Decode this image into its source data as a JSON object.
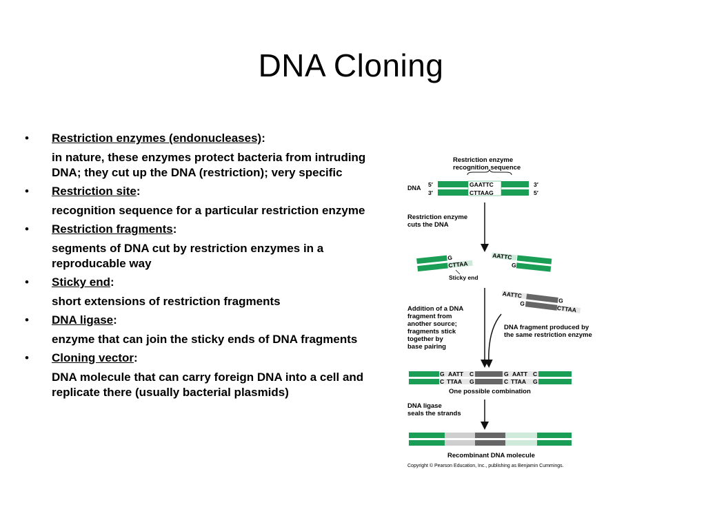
{
  "title": "DNA Cloning",
  "items": [
    {
      "term": "Restriction enzymes (endonucleases)",
      "colon": ":",
      "desc": "in nature, these enzymes protect bacteria from intruding DNA; they cut up the DNA (restriction); very specific"
    },
    {
      "term": "Restriction site",
      "colon": ":",
      "desc": "recognition sequence for a particular restriction enzyme"
    },
    {
      "term": "Restriction fragments",
      "colon": ":",
      "desc": "segments of DNA cut by restriction enzymes in a reproducable way"
    },
    {
      "term": "Sticky end",
      "colon": ":",
      "desc": "short extensions of restriction fragments"
    },
    {
      "term": "DNA ligase",
      "colon": ":",
      "desc": "enzyme that can join the sticky ends of DNA fragments"
    },
    {
      "term": "Cloning vector",
      "colon": ":",
      "desc": "DNA molecule that can carry foreign DNA into a cell and replicate there (usually bacterial plasmids)"
    }
  ],
  "bullet_symbol": "•",
  "figure": {
    "recog_label_1": "Restriction enzyme",
    "recog_label_2": "recognition sequence",
    "dna_label": "DNA",
    "five_prime": "5′",
    "three_prime": "3′",
    "top_seq": "GAATTC",
    "bottom_seq": "CTTAAG",
    "cut_label_1": "Restriction enzyme",
    "cut_label_2": "cuts the DNA",
    "frag_left_top": "G",
    "frag_left_bottom": "CTTAA",
    "frag_right_top": "AATTC",
    "frag_right_bottom": "G",
    "sticky_label": "Sticky end",
    "add_label_1": "Addition of a DNA",
    "add_label_2": "fragment from",
    "add_label_3": "another source;",
    "add_label_4": "fragments stick",
    "add_label_5": "together by",
    "add_label_6": "base pairing",
    "foreign_top": "AATTC",
    "foreign_g": "G",
    "foreign_bottom": "CTTAA",
    "foreign_left_g": "G",
    "produced_label_1": "DNA fragment produced by",
    "produced_label_2": "the same restriction enzyme",
    "combo_top_1": "G",
    "combo_top_2": "AATT",
    "combo_top_3": "C",
    "combo_top_4": "G",
    "combo_top_5": "AATT",
    "combo_top_6": "C",
    "combo_bot_1": "C",
    "combo_bot_2": "TTAA",
    "combo_bot_3": "G",
    "combo_bot_4": "C",
    "combo_bot_5": "TTAA",
    "combo_bot_6": "G",
    "combo_label": "One possible combination",
    "ligase_label_1": "DNA ligase",
    "ligase_label_2": "seals the strands",
    "recomb_label": "Recombinant DNA molecule",
    "copyright": "Copyright © Pearson Education, Inc., publishing as Benjamin Cummings."
  },
  "colors": {
    "green": "#1a9e55",
    "dark_gray": "#666666",
    "light_gray": "#cfcfcf",
    "light_green": "#cfeadb"
  }
}
